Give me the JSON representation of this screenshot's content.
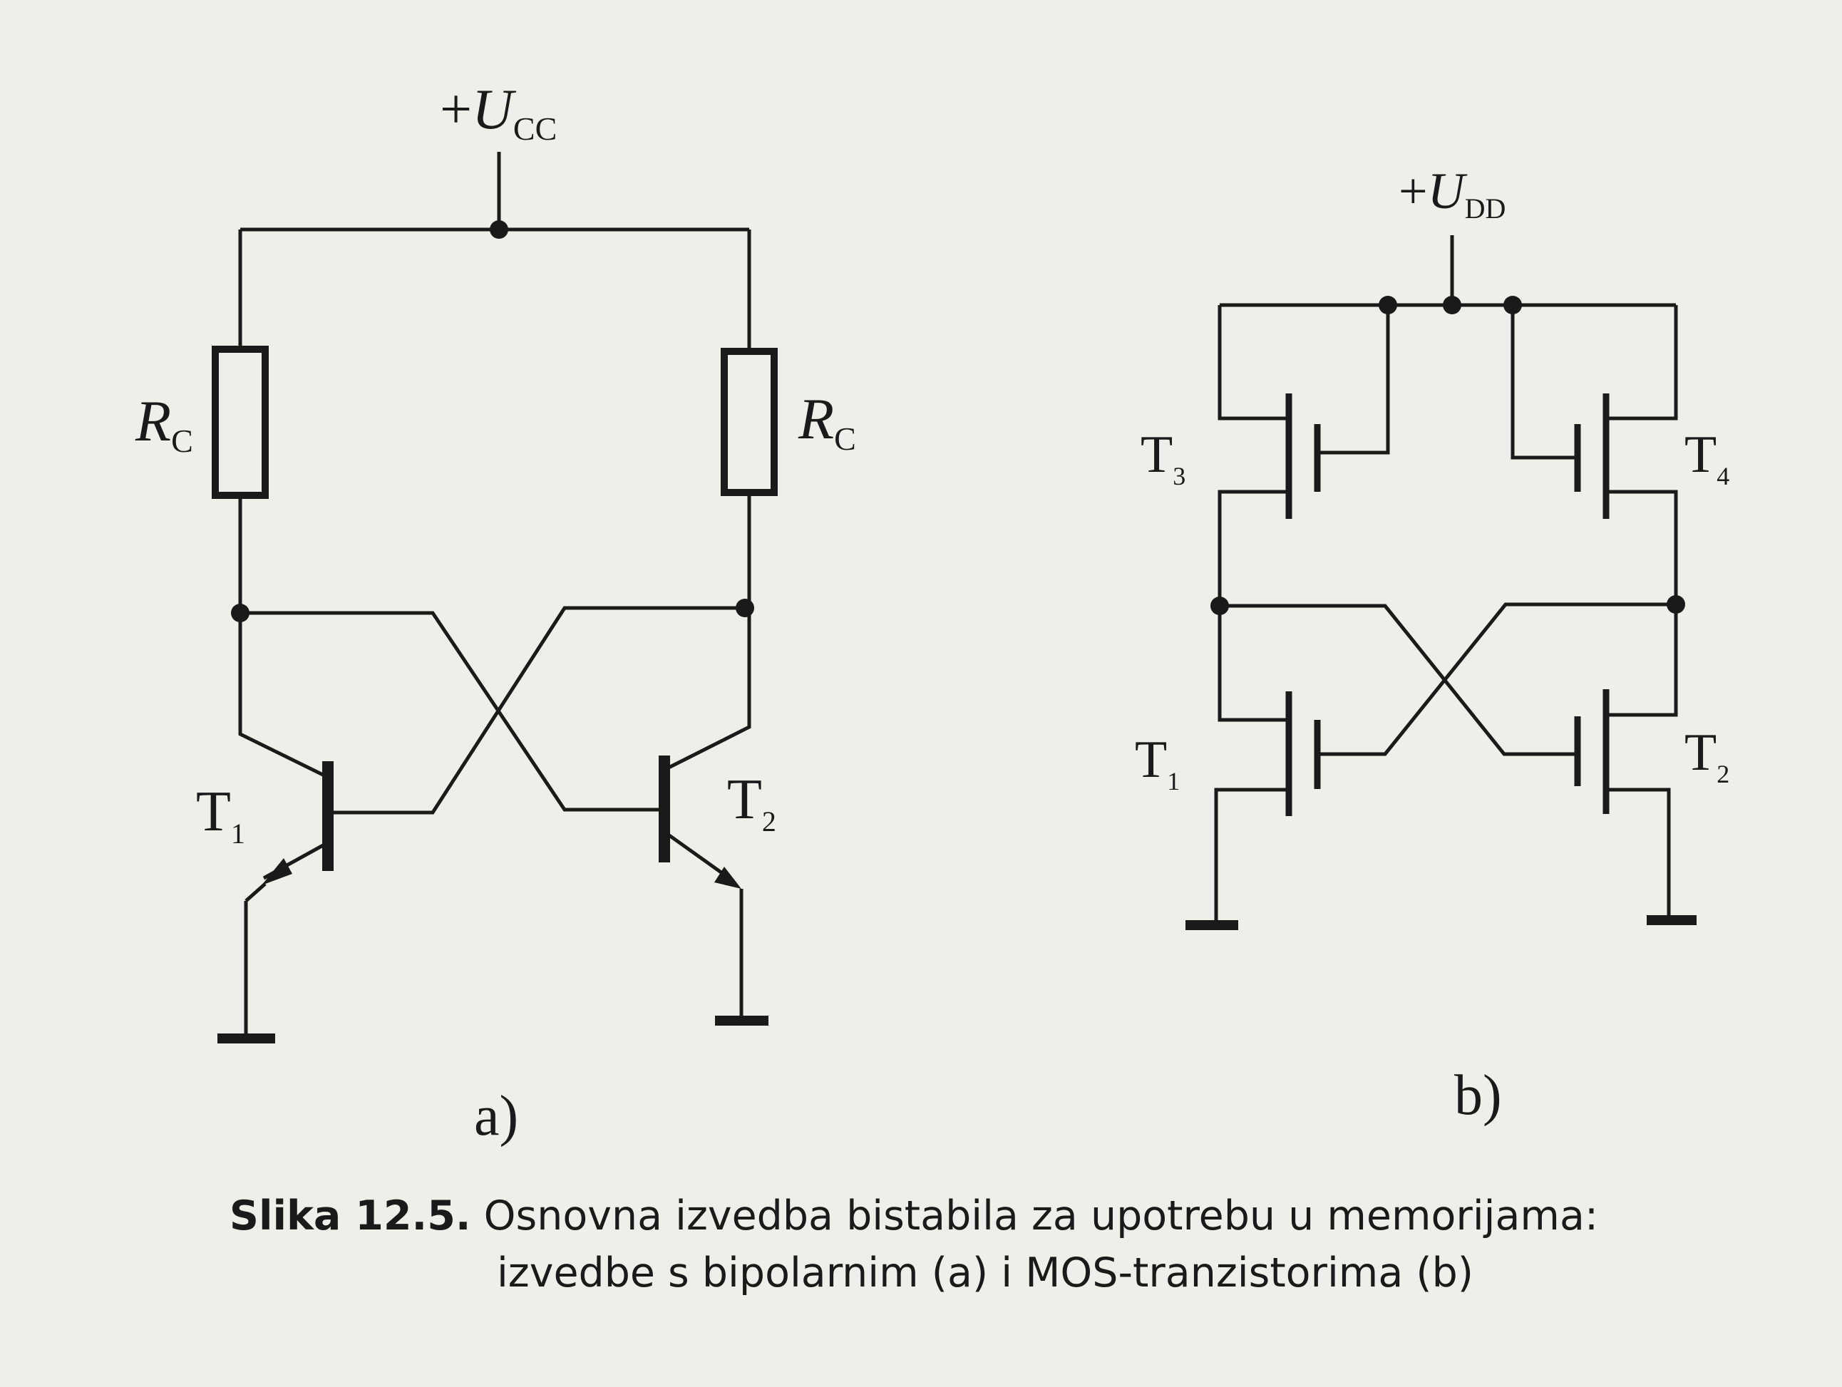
{
  "circuit_a": {
    "supply": {
      "prefix": "+",
      "symbol": "U",
      "subscript": "CC"
    },
    "resistor_left": {
      "symbol": "R",
      "subscript": "C"
    },
    "resistor_right": {
      "symbol": "R",
      "subscript": "C"
    },
    "transistor_left": {
      "symbol": "T",
      "subscript": "1"
    },
    "transistor_right": {
      "symbol": "T",
      "subscript": "2"
    },
    "panel_label": "a)"
  },
  "circuit_b": {
    "supply": {
      "prefix": "+",
      "symbol": "U",
      "subscript": "DD"
    },
    "t3": {
      "symbol": "T",
      "subscript": "3"
    },
    "t4": {
      "symbol": "T",
      "subscript": "4"
    },
    "t1": {
      "symbol": "T",
      "subscript": "1"
    },
    "t2": {
      "symbol": "T",
      "subscript": "2"
    },
    "panel_label": "b)"
  },
  "caption": {
    "label": "Slika 12.5.",
    "line1": "Osnovna izvedba bistabila za upotrebu u memorijama:",
    "line2": "izvedbe s bipolarnim (a) i MOS-tranzistorima (b)"
  },
  "colors": {
    "ink": "#1a1a1a",
    "paper": "#f0eee8"
  }
}
